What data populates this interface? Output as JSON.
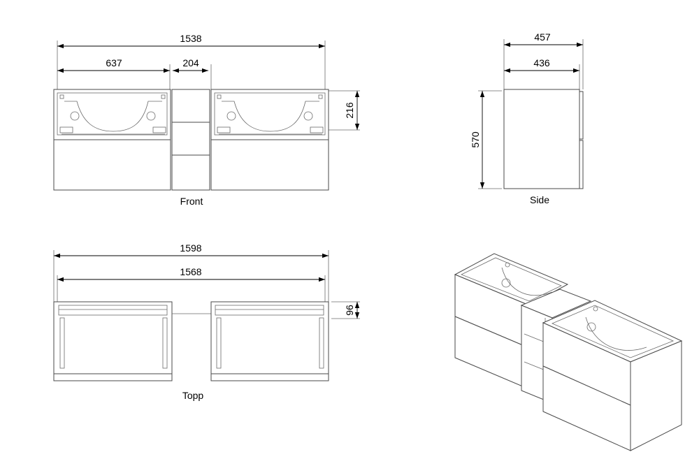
{
  "views": {
    "front": {
      "label": "Front"
    },
    "side": {
      "label": "Side"
    },
    "top": {
      "label": "Topp"
    }
  },
  "dimensions": {
    "front_overall_width": "1538",
    "front_basin_width": "637",
    "front_middle_width": "204",
    "front_drawer_height": "216",
    "side_overall_depth": "457",
    "side_cabinet_depth": "436",
    "side_height": "570",
    "top_overall_width": "1598",
    "top_inner_width": "1568",
    "top_slot_depth": "96"
  }
}
